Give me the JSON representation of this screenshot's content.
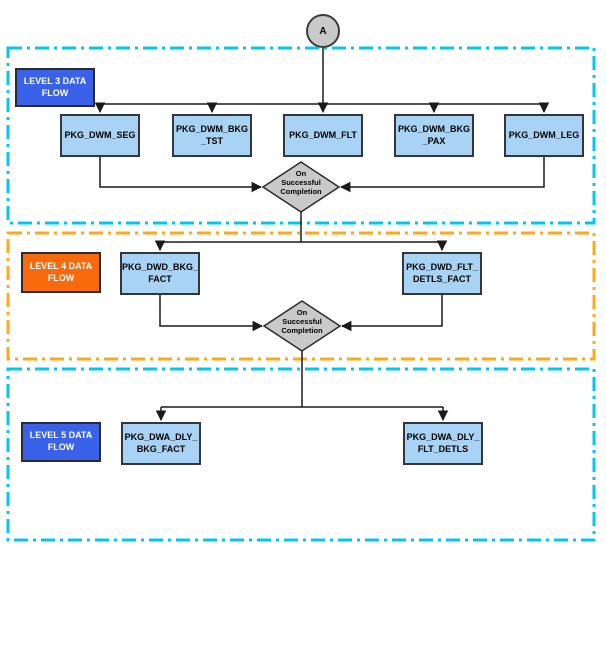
{
  "flow": {
    "start_node": {
      "label": "A"
    },
    "regions": [
      {
        "name": "Level 3 Data Flow",
        "label": "LEVEL 3 DATA\nFLOW",
        "label_bg": "#3A62E8",
        "border_color": "#00C7F2",
        "packages": [
          "PKG_DWM_SEG",
          "PKG_DWM_BKG\n_TST",
          "PKG_DWM_FLT",
          "PKG_DWM_BKG\n_PAX",
          "PKG_DWM_LEG"
        ],
        "decision": "On\nSuccessful\nCompletion"
      },
      {
        "name": "Level 4 Data Flow",
        "label": "LEVEL 4 DATA\nFLOW",
        "label_bg": "#F96A0C",
        "border_color": "#FFA81C",
        "packages": [
          "PKG_DWD_BKG_\nFACT",
          "PKG_DWD_FLT_\nDETLS_FACT"
        ],
        "decision": "On\nSuccessful\nCompletion"
      },
      {
        "name": "Level 5 Data Flow",
        "label": "LEVEL 5 DATA\nFLOW",
        "label_bg": "#3A62E8",
        "border_color": "#00C7F2",
        "packages": [
          "PKG_DWA_DLY_\nBKG_FACT",
          "PKG_DWA_DLY_\nFLT_DETLS"
        ]
      }
    ],
    "colors": {
      "package_bg": "#A9D3F5",
      "decision_bg": "#C9C9C9",
      "connector": "#1A1A1A",
      "level3_border": "#00C7F2",
      "level4_border": "#FFA81C",
      "level5_border": "#00C7F2"
    }
  }
}
